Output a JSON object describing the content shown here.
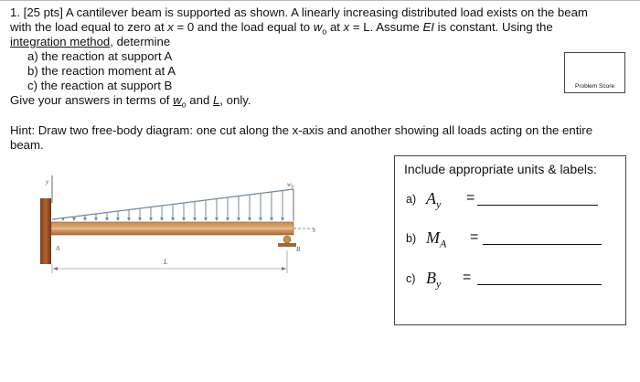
{
  "problem": {
    "line1": "1. [25 pts] A cantilever beam is supported as shown. A linearly increasing distributed load exists on the beam",
    "line2_a": "with the load equal to zero at ",
    "line2_x0": "x",
    "line2_b": " = 0 and the load equal to ",
    "line2_w": "w",
    "line2_wsub": "o",
    "line2_c": " at ",
    "line2_xL": "x",
    "line2_d": " = L. Assume ",
    "line2_EI": "EI",
    "line2_e": " is constant. Using the",
    "line3_method": "integration method",
    "line3_rest": ", determine",
    "part_a": "a)  the reaction at support A",
    "part_b": "b)  the reaction moment at A",
    "part_c": "c)  the reaction at support B",
    "give_a": "Give your answers in terms of ",
    "give_w": "w",
    "give_wsub": "o",
    "give_b": " and ",
    "give_L": "L",
    "give_c": ", only."
  },
  "score_box": {
    "label": "Problem Score"
  },
  "hint": {
    "line1": "Hint: Draw two free-body diagram: one cut along the x-axis and another showing all loads acting on the entire",
    "line2": "beam."
  },
  "figure": {
    "y_axis": "y",
    "x_axis": "x",
    "load_label": "w",
    "load_sub": "0",
    "support_a": "A",
    "support_b": "B",
    "span_label": "L"
  },
  "answers": {
    "title": "Include appropriate units & labels:",
    "items": [
      {
        "letter": "a)",
        "symbol": "A",
        "sub": "y",
        "eq": "="
      },
      {
        "letter": "b)",
        "symbol": "M",
        "sub": "A",
        "eq": "="
      },
      {
        "letter": "c)",
        "symbol": "B",
        "sub": "y",
        "eq": "="
      }
    ]
  }
}
